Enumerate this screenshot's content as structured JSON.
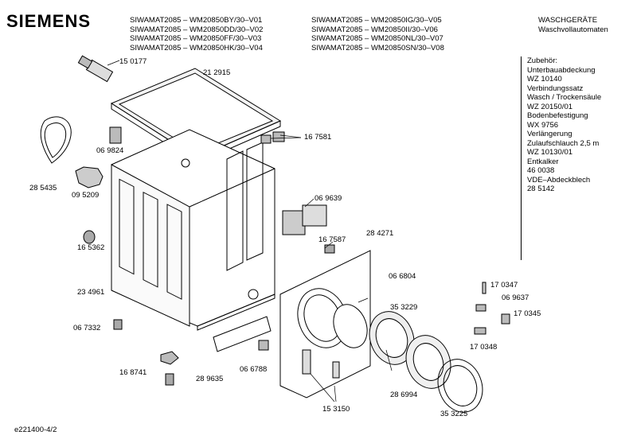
{
  "header": {
    "brand": "SIEMENS",
    "models_col1": [
      "SIWAMAT2085 – WM20850BY/30–V01",
      "SIWAMAT2085 – WM20850DD/30–V02",
      "SIWAMAT2085 – WM20850FF/30–V03",
      "SIWAMAT2085 – WM20850HK/30–V04"
    ],
    "models_col2": [
      "SIWAMAT2085 – WM20850IG/30–V05",
      "SIWAMAT2085 – WM20850II/30–V06",
      "SIWAMAT2085 – WM20850NL/30–V07",
      "SIWAMAT2085 – WM20850SN/30–V08"
    ],
    "category": [
      "WASCHGERÄTE",
      "Waschvollautomaten"
    ]
  },
  "accessories": [
    "Zubehör:",
    "Unterbauabdeckung",
    "WZ 10140",
    "Verbindungssatz",
    "Wasch / Trockensäule",
    "WZ 20150/01",
    "Bodenbefestigung",
    "WX 9756",
    "Verlängerung",
    "Zulaufschlauch 2,5 m",
    "WZ 10130/01",
    "Entkalker",
    "46 0038",
    "VDE–Abdeckblech",
    "28 5142"
  ],
  "part_numbers": {
    "p150177": "15 0177",
    "p212915": "21 2915",
    "p069824": "06 9824",
    "p167581": "16 7581",
    "p285435": "28 5435",
    "p095209": "09 5209",
    "p069639": "06 9639",
    "p165362": "16 5362",
    "p167587": "16 7587",
    "p284271": "28 4271",
    "p234961": "23 4961",
    "p066804": "06 6804",
    "p170347": "17 0347",
    "p069637": "06 9637",
    "p353229": "35 3229",
    "p170345": "17 0345",
    "p067332": "06 7332",
    "p170348": "17 0348",
    "p168741": "16 8741",
    "p289635": "28 9635",
    "p066788": "06 6788",
    "p286994": "28 6994",
    "p153150": "15 3150",
    "p353225": "35 3225"
  },
  "footer": "e221400-4/2"
}
